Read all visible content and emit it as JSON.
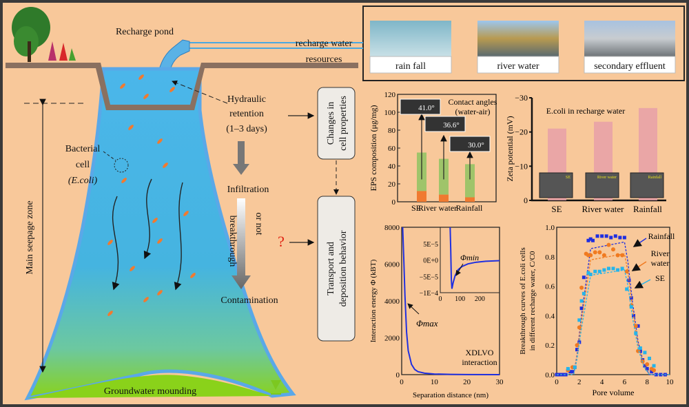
{
  "colors": {
    "background": "#f8c89a",
    "plume": "#43b0e6",
    "plume_edge": "#5fa8e8",
    "ground": "#8a7060",
    "box_fill": "#f0ede8",
    "blue": "#1f2fe0",
    "orange": "#f07a20",
    "cyan": "#25b4ea",
    "pink": "#e8a0a8",
    "green_bar": "#9fc46a",
    "orange_bar": "#f07a30"
  },
  "diagram": {
    "recharge_pond": "Recharge pond",
    "recharge_water_1": "recharge water",
    "recharge_water_2": "resources",
    "sources": [
      "rain fall",
      "river water",
      "secondary effluent"
    ],
    "bacterial_1": "Bacterial",
    "bacterial_2": "cell",
    "bacterial_3": "(E.coli)",
    "main_seepage": "Main seepage zone",
    "groundwater": "Groundwater mounding",
    "hydraulic_1": "Hydraulic",
    "hydraulic_2": "retention",
    "hydraulic_3": "(1–3 days)",
    "infiltration": "Infiltration",
    "breakthrough": "breakthrough",
    "or_not": "or not",
    "question": "?",
    "contamination": "Contamination",
    "box_changes": [
      "Changes in",
      "cell properties"
    ],
    "box_transport": [
      "Transport and",
      "deposition behavior"
    ]
  },
  "chart_data": [
    {
      "type": "bar",
      "title": "Contact angles (water-air)",
      "title_lines": [
        "Contact angles",
        "(water-air)"
      ],
      "ylabel": "EPS composition (μg/mg)",
      "ylim": [
        0,
        120
      ],
      "yticks": [
        0,
        20,
        40,
        60,
        80,
        100,
        120
      ],
      "categories": [
        "SE",
        "River water",
        "Rainfall"
      ],
      "series": [
        {
          "name": "lower",
          "values": [
            12,
            8,
            5
          ]
        },
        {
          "name": "total",
          "values": [
            55,
            48,
            42
          ]
        }
      ],
      "contact_angles": [
        "41.0°",
        "36.6°",
        "30.0°"
      ]
    },
    {
      "type": "bar",
      "title": "E.coli in recharge water",
      "ylabel": "Zeta potential (mV)",
      "ylim": [
        0,
        -30
      ],
      "yticks": [
        0,
        -10,
        -20,
        -30
      ],
      "ytick_labels": [
        "0",
        "−10",
        "−20",
        "−30"
      ],
      "categories": [
        "SE",
        "River water",
        "Rainfall"
      ],
      "values": [
        -21,
        -23,
        -27
      ],
      "sem_labels": [
        "SE",
        "River water",
        "Rainfall"
      ]
    },
    {
      "type": "line",
      "title": "XDLVO interaction",
      "title_lines": [
        "XDLVO",
        "interaction"
      ],
      "xlabel": "Separation distance (nm)",
      "ylabel": "Interaction energy Φ (kBT)",
      "xlim": [
        0,
        30
      ],
      "ylim": [
        0,
        8000
      ],
      "xticks": [
        0,
        10,
        20,
        30
      ],
      "yticks": [
        0,
        2000,
        4000,
        6000,
        8000
      ],
      "series": [
        {
          "name": "total",
          "x": [
            0.3,
            0.6,
            0.8,
            1,
            1.5,
            2,
            3,
            4,
            5,
            7,
            10,
            15,
            20,
            30
          ],
          "y": [
            8000,
            6500,
            5400,
            4300,
            2300,
            1300,
            560,
            280,
            160,
            80,
            35,
            12,
            5,
            2
          ]
        }
      ],
      "annotation_max": "Φmax",
      "inset": {
        "xlim": [
          0,
          300
        ],
        "ylim": [
          -0.0001,
          0.0001
        ],
        "xticks": [
          0,
          100,
          200
        ],
        "yticks": [
          -0.0001,
          -5e-05,
          0,
          5e-05
        ],
        "ytick_labels": [
          "−1E−4",
          "−5E−5",
          "0E+0",
          "5E−5"
        ],
        "annotation_min": "Φmin",
        "x": [
          50,
          53,
          56,
          59,
          65,
          75,
          90,
          110,
          140,
          180,
          230,
          300
        ],
        "y": [
          0.0001,
          3e-05,
          -6e-05,
          -8.8e-05,
          -7e-05,
          -4.8e-05,
          -3e-05,
          -2e-05,
          -1.2e-05,
          -7e-06,
          -4e-06,
          -2e-06
        ]
      }
    },
    {
      "type": "scatter",
      "xlabel": "Pore volume",
      "ylabel_lines": [
        "Breakthrough curves of E.coli cells",
        "in different recharge water, C/C0"
      ],
      "xlim": [
        0,
        10
      ],
      "ylim": [
        0,
        1
      ],
      "xticks": [
        0,
        2,
        4,
        6,
        8,
        10
      ],
      "yticks": [
        0,
        0.2,
        0.4,
        0.6,
        0.8,
        1.0
      ],
      "ytick_labels": [
        "0.0",
        "0.2",
        "0.4",
        "0.6",
        "0.8",
        "1.0"
      ],
      "series": [
        {
          "name": "Rainfall",
          "color": "#1f2fe0",
          "points": [
            [
              0,
              0
            ],
            [
              0.2,
              0
            ],
            [
              0.4,
              0
            ],
            [
              0.6,
              0
            ],
            [
              0.8,
              0
            ],
            [
              1.0,
              0.03
            ],
            [
              1.2,
              0.02
            ],
            [
              1.4,
              0.02
            ],
            [
              1.6,
              0.05
            ],
            [
              1.8,
              0.17
            ],
            [
              2.0,
              0.22
            ],
            [
              2.2,
              0.45
            ],
            [
              2.4,
              0.66
            ],
            [
              2.8,
              0.91
            ],
            [
              3.0,
              0.92
            ],
            [
              3.2,
              0.91
            ],
            [
              3.6,
              0.94
            ],
            [
              4.0,
              0.94
            ],
            [
              4.4,
              0.94
            ],
            [
              4.8,
              0.93
            ],
            [
              5.2,
              0.94
            ],
            [
              5.6,
              0.93
            ],
            [
              6.0,
              0.93
            ],
            [
              6.4,
              0.64
            ],
            [
              6.6,
              0.52
            ],
            [
              6.8,
              0.4
            ],
            [
              7.0,
              0.33
            ],
            [
              7.2,
              0.33
            ],
            [
              7.4,
              0.16
            ],
            [
              7.6,
              0.1
            ],
            [
              7.8,
              0.06
            ],
            [
              8.0,
              0.04
            ],
            [
              8.4,
              0.02
            ],
            [
              8.8,
              0
            ],
            [
              9.2,
              0
            ],
            [
              9.6,
              0
            ]
          ],
          "model_plateau": 0.9
        },
        {
          "name": "River water",
          "label_lines": [
            "River",
            "water"
          ],
          "color": "#f07a20",
          "points": [
            [
              1.0,
              0.03
            ],
            [
              1.4,
              0.05
            ],
            [
              1.8,
              0.2
            ],
            [
              2.0,
              0.32
            ],
            [
              2.2,
              0.59
            ],
            [
              2.6,
              0.82
            ],
            [
              2.8,
              0.81
            ],
            [
              3.0,
              0.81
            ],
            [
              3.4,
              0.83
            ],
            [
              3.8,
              0.83
            ],
            [
              4.2,
              0.81
            ],
            [
              4.6,
              0.88
            ],
            [
              5.0,
              0.85
            ],
            [
              5.4,
              0.81
            ],
            [
              5.8,
              0.81
            ],
            [
              6.2,
              0.7
            ],
            [
              6.6,
              0.47
            ],
            [
              7.0,
              0.33
            ],
            [
              7.2,
              0.16
            ],
            [
              7.6,
              0.09
            ],
            [
              8.0,
              0.07
            ],
            [
              8.4,
              0.04
            ],
            [
              8.6,
              0.03
            ]
          ],
          "model_plateau": 0.82
        },
        {
          "name": "SE",
          "color": "#25b4ea",
          "points": [
            [
              1.0,
              0.04
            ],
            [
              1.6,
              0.05
            ],
            [
              2.0,
              0.37
            ],
            [
              2.2,
              0.5
            ],
            [
              2.4,
              0.55
            ],
            [
              2.8,
              0.69
            ],
            [
              3.0,
              0.68
            ],
            [
              3.4,
              0.7
            ],
            [
              3.8,
              0.7
            ],
            [
              4.2,
              0.71
            ],
            [
              4.6,
              0.72
            ],
            [
              5.0,
              0.72
            ],
            [
              5.4,
              0.71
            ],
            [
              5.8,
              0.72
            ],
            [
              6.2,
              0.58
            ],
            [
              6.6,
              0.46
            ],
            [
              7.0,
              0.28
            ],
            [
              7.4,
              0.18
            ],
            [
              7.8,
              0.15
            ],
            [
              8.2,
              0.11
            ],
            [
              8.6,
              0.06
            ]
          ],
          "model_plateau": 0.71
        }
      ]
    }
  ]
}
